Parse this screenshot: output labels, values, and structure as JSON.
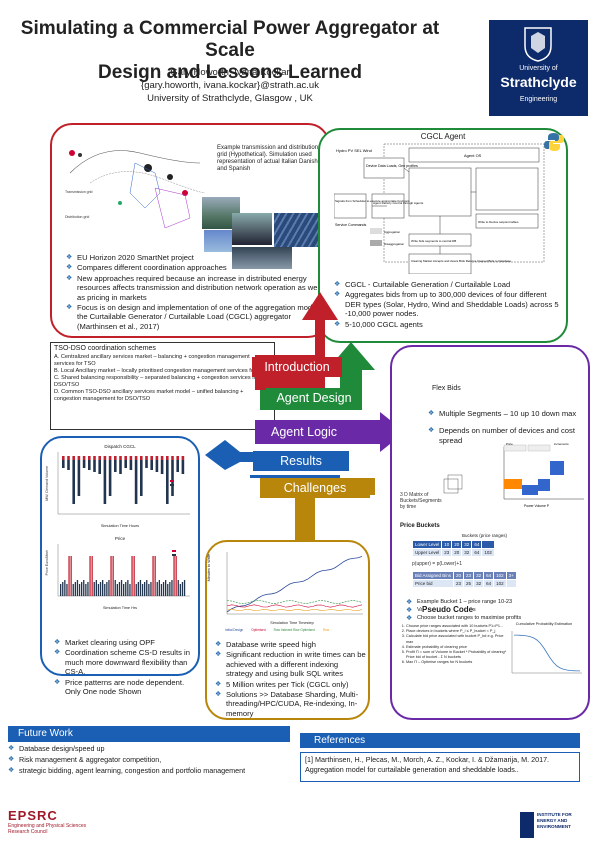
{
  "header": {
    "title_line1": "Simulating a Commercial Power Aggregator at Scale",
    "title_line2": "Design and Lessons Learned",
    "authors": "Gary Howorth, Ivana Kockar",
    "emails": "{gary.howorth, ivana.kockar}@strath.ac.uk",
    "affiliation": "University of Strathclyde, Glasgow , UK"
  },
  "logo": {
    "line1": "University of",
    "line2": "Strathclyde",
    "line3": "Engineering"
  },
  "intro": {
    "caption": "Example transmission and distribution grid (Hypothetical). Simulation used representation of actual Italian Danish and Spanish",
    "map_label_a": "Transmission grid",
    "map_label_b": "Distribution grid",
    "bullets": [
      "EU Horizon 2020 SmartNet project",
      "Compares different coordination approaches",
      "New approaches required because an increase in distributed energy resources affects transmission and distribution network operation as well as pricing in markets",
      "Focus is on design and implementation of one of the aggregation models, the Curtailable Generator / Curtailable Load (CGCL) aggregator (Marthinsen et al., 2017)"
    ]
  },
  "tso": {
    "heading": "TSO-DSO coordination schemes",
    "items": [
      "A. Centralized ancillary services market – balancing + congestion management services for TSO",
      "B. Local Ancillary market – locally prioritised congestion management services for DSO",
      "C. Shared balancing responsibility – separated balancing + congestion services for DSO/TSO",
      "D. Common TSO-DSO ancillary services market model – unified balancing + congestion management for DSO/TSO"
    ]
  },
  "agent": {
    "title": "CGCL Agent",
    "diagram": {
      "inputs": "Hydro PV SEL Wind",
      "device_data": "Device Data Loads, Gen profiles",
      "agent_os": "Agent OS",
      "signals": "Signals from Scheduler to execute appropriate functions",
      "control": "Agent Factory Control through Agents",
      "service_cmds": "Service Commands",
      "aggregation": "Aggregation",
      "disaggregation": "Disaggregation",
      "write_bids": "Write bids segments to central DB",
      "clearing": "Clearing Market Accepts and clears Bids Returns Cleared Bids to Database",
      "write_device": "Write to Device setpoint tables"
    },
    "bullets": [
      "CGCL - Curtailable Generation / Curtailable Load",
      "Aggregates bids from up to 300,000 devices of four different DER types (Solar, Hydro, Wind and Sheddable Loads) across 5 -10,000 power nodes.",
      "5-10,000 CGCL agents"
    ]
  },
  "arrows": {
    "introduction": "Introduction",
    "agent_design": "Agent Design",
    "agent_logic": "Agent Logic",
    "results": "Results",
    "challenges": "Challenges"
  },
  "bids": {
    "title": "Flex Bids",
    "bullets": [
      "Multiple Segments – 10 up 10 down max",
      "Depends on number of devices and cost spread"
    ],
    "chart_labels": {
      "left": "3 D Matrix of Buckets/Segments by time",
      "x": "Power Volume P",
      "top": "Price",
      "right": "increments"
    },
    "buckets_title": "Price Buckets",
    "table_head": "Buckets (price ranges)",
    "table_rows": [
      [
        "Lower Level",
        "10",
        "20",
        "32",
        "64"
      ],
      [
        "Upper Level",
        "23",
        "20",
        "32",
        "64",
        "102"
      ],
      [
        "Bid Assigned Bins",
        "20",
        "23",
        "32",
        "64",
        "102",
        "3+"
      ],
      [
        "Price bid",
        "23",
        "25",
        "32",
        "64",
        "102"
      ]
    ],
    "formula": "p(upper) = p(Lower)+1",
    "example_bullets": [
      "Example Bucket 1 – price range 10-23",
      "Variable size of buckets",
      "Choose bucket ranges to maximise profits"
    ],
    "pseudo_title": "Pseudo Code",
    "pseudo": [
      "Choose price ranges associated with 10 buckets P1=P1...",
      "Place devices in buckets where P_i ≤ P_bucket < P_j",
      "Calculate bid price associated with bucket P_bd e.g. Price max",
      "Estimate probability of clearing price",
      "Profit Π = sum of Volume in Bucket * Probability of clearing* Price bid of bucket - Σ N buckets",
      "Max Π – Optimise ranges for N buckets"
    ],
    "prob_title": "Cumulative Probability Estimation"
  },
  "results": {
    "chart1_title": "Dispatch CGCL",
    "chart1_ylabel": "MW, Demand Volume",
    "chart1_xlabel": "Simulation Time Hours",
    "chart2_title": "Price",
    "chart2_ylabel": "Price Euro/Mwh",
    "chart2_xlabel": "Simulation Time Hrs",
    "bullets": [
      "Market clearing using OPF",
      "Coordination scheme CS-D results in much more downward flexibility than CS-A.",
      "Price patterns are node dependent. Only One node Shown"
    ]
  },
  "challenges": {
    "chart_ylabel": "Minutes to Write",
    "chart_xlabel": "Simulation Time Timestep",
    "legend": [
      "Initial Design",
      "Optimised",
      "Row Indexed Row Optimised",
      "Row"
    ],
    "bullets": [
      "Database write speed high",
      "Significant reduction in write times can be achieved with a different indexing strategy and using bulk SQL writes",
      "5 Million writes per Tick (CGCL only)",
      "Solutions >> Database Sharding, Multi-threading/HPC/CUDA, Re-indexing, In-memory"
    ]
  },
  "future_work": {
    "title": "Future Work",
    "items": [
      "Database design/speed up",
      "Risk management & aggregator competition,",
      "strategic bidding, agent learning, congestion and portfolio management"
    ]
  },
  "references": {
    "title": "References",
    "item": "[1] Marthinsen, H., Plecas, M., Morch, A. Z., Kockar, I. & Džamarija, M. 2017. Aggregation model for curtailable generation and sheddable loads.."
  },
  "footer": {
    "epsrc": "EPSRC",
    "epsrc_sub1": "Engineering and Physical Sciences",
    "epsrc_sub2": "Research Council",
    "iee_line1": "INSTITUTE FOR",
    "iee_line2": "ENERGY AND",
    "iee_line3": "ENVIRONMENT"
  },
  "colors": {
    "red": "#c0202a",
    "green": "#1e8a3a",
    "purple": "#6a2aa8",
    "blue": "#1a5fb4",
    "gold": "#b8860b"
  }
}
